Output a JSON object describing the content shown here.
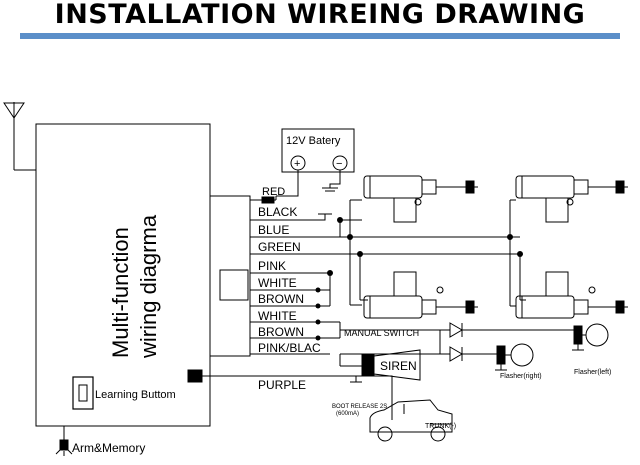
{
  "title": "INSTALLATION WIREING DRAWING",
  "module": {
    "line1": "Multi-function",
    "line2": "wiring diagrma"
  },
  "battery": {
    "label": "12V Batery",
    "plus": "+",
    "minus": "−"
  },
  "wires": {
    "red": "RED",
    "black": "BLACK",
    "blue": "BLUE",
    "green": "GREEN",
    "pink": "PINK",
    "white1": "WHITE",
    "brown1": "BROWN",
    "white2": "WHITE",
    "brown2": "BROWN",
    "pinkblack": "PINK/BLAC",
    "purple": "PURPLE"
  },
  "manual_switch": "MANUAL SWITCH",
  "siren": "SIREN",
  "flasher_right": "Flasher(right)",
  "flasher_left": "Flasher(left)",
  "boot_release_line1": "BOOT RELEASE 2S",
  "boot_release_line2": "(600mA)",
  "trunk": "TRUNK(-)",
  "learning_button": "Learning Buttom",
  "arm_memory": "Arm&Memory"
}
